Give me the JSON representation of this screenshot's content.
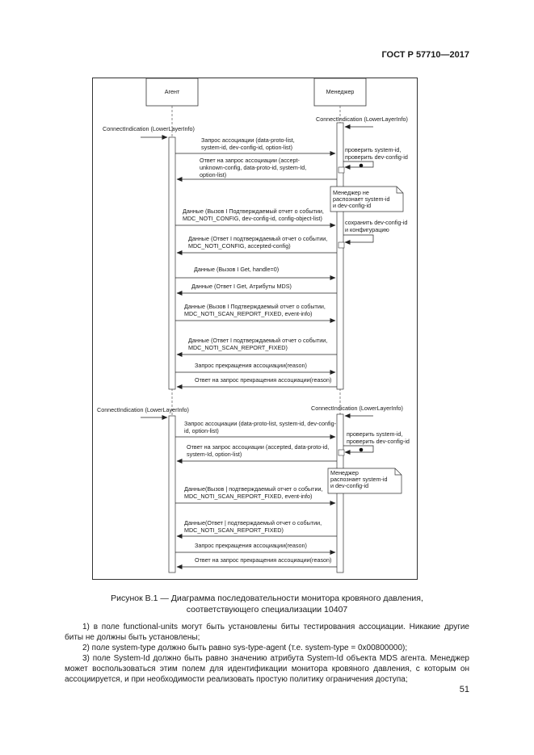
{
  "header": {
    "doc_code": "ГОСТ Р 57710—2017"
  },
  "diagram": {
    "agent_label": "Агент",
    "manager_label": "Менеджер",
    "connect_1_agent": "ConnectIndication (LowerLayerInfo)",
    "connect_1_manager": "ConnectIndication (LowerLayerInfo)",
    "msg_1": [
      "Запрос ассоциации (data-proto-list,",
      "system-id, dev-config-id, option-list)"
    ],
    "check_1": [
      "проверить system-id,",
      "проверить dev-config-id"
    ],
    "msg_2": [
      "Ответ на запрос ассоциации (accept-",
      "unknown-config, data-proto-id, system-Id,",
      "option-list)"
    ],
    "note_1": [
      "Менеджер не",
      "распознает system-id",
      "и dev-config-id"
    ],
    "msg_3": [
      "Данные (Вызов I Подтверждаемый отчет о событии,",
      "MDC_NOTI_CONFIG, dev-config-id, config-object-list)"
    ],
    "save_1": [
      "сохранить dev-config-id",
      "и конфигурацию"
    ],
    "msg_4": [
      "Данные (Ответ I подтверждаемый отчет о событии,",
      "MDC_NOTI_CONFIG, accepted-config)"
    ],
    "msg_5": [
      "Данные (Вызов I Get, handle=0)"
    ],
    "msg_6": [
      "Данные (Ответ I Get, Атрибуты MDS)"
    ],
    "msg_7": [
      "Данные (Вызов I Подтверждаемый отчет о событии,",
      "MDC_NOTI_SCAN_REPORT_FIXED, event-info)"
    ],
    "msg_8": [
      "Данные (Ответ I подтверждаемый отчет о событии,",
      "MDC_NOTI_SCAN_REPORT_FIXED)"
    ],
    "msg_9": [
      "Запрос прекращения ассоциации(reason)"
    ],
    "msg_10": [
      "Ответ на запрос прекращения ассоциации(reason)"
    ],
    "connect_2_agent": "ConnectIndication (LowerLayerInfo)",
    "connect_2_manager": "ConnectIndication (LowerLayerInfo)",
    "msg_11": [
      "Запрос ассоциации (data-proto-list, system-id, dev-config-",
      "id, option-list)"
    ],
    "check_2": [
      "проверить system-id,",
      "проверить dev-config-id"
    ],
    "msg_12": [
      "Ответ на запрос ассоциации (accepted, data-proto-id,",
      "system-Id, option-list)"
    ],
    "note_2": [
      "Менеджер",
      "распознает system-id",
      "и dev-config-id"
    ],
    "msg_13": [
      "Данные(Вызов | подтверждаемый отчет о событии,",
      "MDC_NOTI_SCAN_REPORT_FIXED, event-info)"
    ],
    "msg_14": [
      "Данные(Ответ | подтверждаемый отчет о событии,",
      "MDC_NOTI_SCAN_REPORT_FIXED)"
    ],
    "msg_15": [
      "Запрос прекращения ассоциации(reason)"
    ],
    "msg_16": [
      "Ответ на запрос прекращения ассоциации(reason)"
    ]
  },
  "caption": {
    "line1": "Рисунок В.1 — Диаграмма последовательности монитора кровяного давления,",
    "line2": "соответствующего специализации 10407"
  },
  "paragraphs": [
    "1) в поле functional-units могут быть установлены биты тестирования ассоциации. Никакие другие биты не должны быть установлены;",
    "2) поле system-type должно быть равно sys-type-agent (т.е. system-type = 0x00800000);",
    "3) поле System-Id должно быть равно значению атрибута System-Id объекта MDS агента. Менеджер может воспользоваться этим полем для идентификации монитора кровяного давления, с которым он ассоциируется, и при необходимости реализовать простую политику ограничения доступа;"
  ],
  "page_number": "51"
}
